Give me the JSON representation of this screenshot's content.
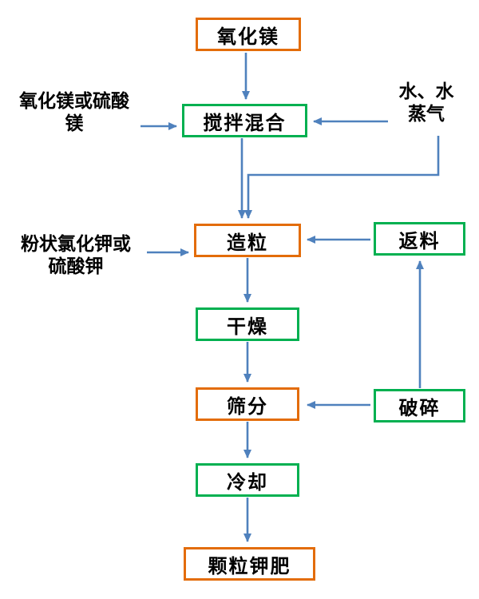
{
  "colors": {
    "orange": "#E36C09",
    "green": "#00B050",
    "arrow": "#4F81BD",
    "text": "#000000"
  },
  "nodes": {
    "magnesium_oxide": {
      "label": "氧化镁"
    },
    "mixing": {
      "label": "搅拌混合"
    },
    "granulation": {
      "label": "造粒"
    },
    "drying": {
      "label": "干燥"
    },
    "screening": {
      "label": "筛分"
    },
    "cooling": {
      "label": "冷却"
    },
    "granular_potash": {
      "label": "颗粒钾肥"
    },
    "return_material": {
      "label": "返料"
    },
    "crushing": {
      "label": "破碎"
    }
  },
  "inputs": {
    "mgo_or_mgso4": {
      "label": "氧化镁或硫酸镁"
    },
    "water_steam": {
      "label": "水、水蒸气"
    },
    "kcl_or_k2so4": {
      "label": "粉状氯化钾或硫酸钾"
    }
  }
}
